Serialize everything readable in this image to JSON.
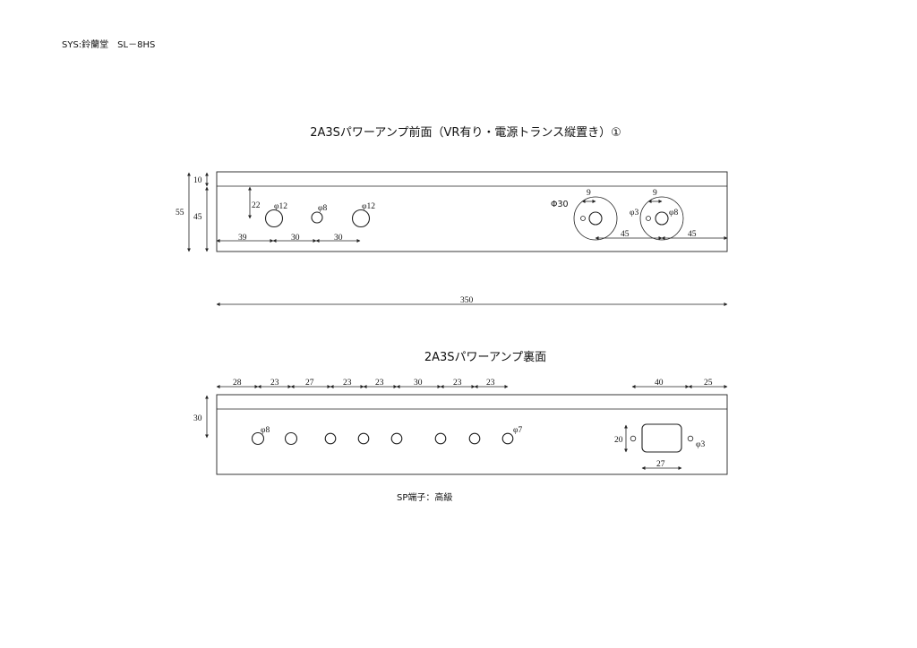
{
  "header": {
    "system_label": "SYS:鈴蘭堂　SL－8HS"
  },
  "front_panel": {
    "title": "2A3Sパワーアンプ前面（VR有り・電源トランス縦置き）①",
    "height_dims": {
      "total": "55",
      "top_strip": "10",
      "face": "45"
    },
    "hole_offset": "22",
    "holes": {
      "left_knob": "φ12",
      "middle": "φ8",
      "right_knob": "φ12"
    },
    "horizontal_dims": {
      "first": "39",
      "second": "30",
      "third": "30"
    },
    "meters": {
      "diameter": "Φ30",
      "left_offset": "9",
      "right_offset": "9",
      "small_hole": "φ3",
      "center_hole": "φ8",
      "left_spacing": "45",
      "right_spacing": "45"
    },
    "width": "350"
  },
  "rear_panel": {
    "title": "2A3Sパワーアンプ裏面",
    "top_dims": [
      "28",
      "23",
      "27",
      "23",
      "23",
      "30",
      "23",
      "23"
    ],
    "right_dims": [
      "40",
      "25"
    ],
    "height": "30",
    "first_hole": "φ8",
    "last_hole": "φ7",
    "socket_height": "20",
    "socket_width": "27",
    "small_hole": "φ3",
    "note": "SP端子：高級"
  }
}
